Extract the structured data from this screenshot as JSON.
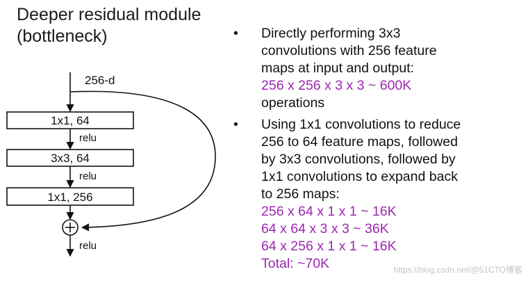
{
  "title": {
    "line1": "Deeper residual module",
    "line2": "(bottleneck)"
  },
  "diagram": {
    "input_label": "256-d",
    "layers": [
      "1x1, 64",
      "3x3, 64",
      "1x1, 256"
    ],
    "activation_label": "relu",
    "sum_symbol": "+",
    "colors": {
      "lines": "#111111",
      "blocks_fill": "#ffffff"
    }
  },
  "bullets": [
    {
      "marker": "•",
      "lines": [
        "Directly performing 3x3",
        "convolutions with 256 feature",
        "maps at input and output:"
      ],
      "highlight": [
        "256 x 256 x 3 x 3 ~ 600K"
      ],
      "after": [
        "operations"
      ]
    },
    {
      "marker": "•",
      "lines": [
        "Using 1x1 convolutions to reduce",
        "256 to 64 feature maps, followed",
        "by 3x3 convolutions, followed by",
        "1x1 convolutions to expand back",
        "to 256 maps:"
      ],
      "highlight": [
        "256 x 64 x 1 x 1 ~ 16K",
        "64 x 64 x 3 x 3 ~ 36K",
        "64 x 256 x 1 x 1 ~ 16K",
        "Total: ~70K"
      ],
      "after": []
    }
  ],
  "colors": {
    "highlight": "#9c27b0",
    "text": "#111111"
  },
  "watermark": "https://blog.csdn.net/@51CTO博客"
}
